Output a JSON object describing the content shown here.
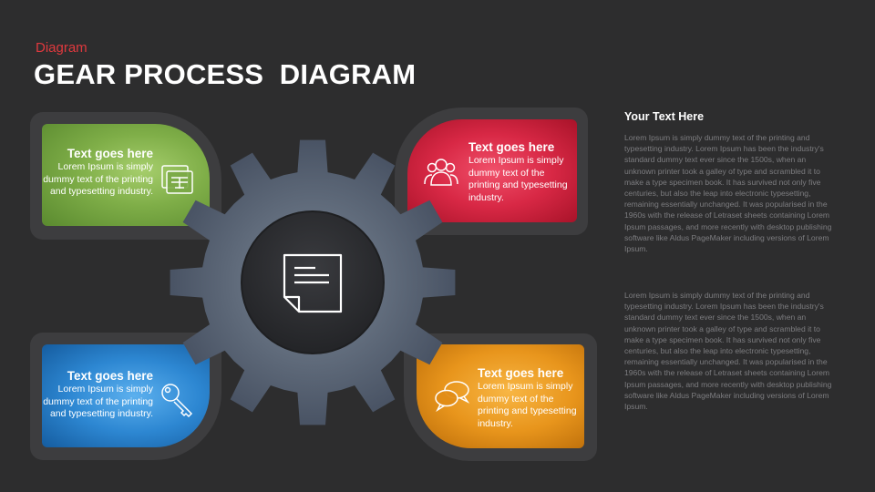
{
  "header": {
    "subtitle": "Diagram",
    "title": "GEAR PROCESS  DIAGRAM"
  },
  "gear": {
    "color": "#5a6677",
    "inner_color": "#2f3033",
    "center_icon": "note-document-icon"
  },
  "cards": {
    "green": {
      "title": "Text goes here",
      "body": "Lorem Ipsum is simply dummy text of the printing and typesetting industry.",
      "icon": "checklist-board-icon",
      "color": "#6a9a3e"
    },
    "red": {
      "title": "Text goes here",
      "body": "Lorem Ipsum is simply dummy text of the printing and typesetting industry.",
      "icon": "users-group-icon",
      "color": "#c8203a"
    },
    "blue": {
      "title": "Text goes here",
      "body": "Lorem Ipsum is simply dummy text of the printing and typesetting industry.",
      "icon": "key-icon",
      "color": "#1f78c6"
    },
    "orange": {
      "title": "Text goes here",
      "body": "Lorem Ipsum is simply dummy text of the printing and typesetting industry.",
      "icon": "chat-bubbles-icon",
      "color": "#e08a12"
    }
  },
  "sidebar": {
    "heading": "Your  Text Here",
    "paragraph1": "Lorem Ipsum is simply dummy text of the printing and typesetting industry. Lorem Ipsum has been the industry's standard dummy text ever since the 1500s, when an unknown printer took a galley of type and scrambled it to make a type specimen book. It has survived not only five centuries, but also the leap into electronic typesetting, remaining essentially unchanged. It was popularised in the 1960s with the release of Letraset sheets containing Lorem Ipsum passages, and more recently with desktop publishing software like Aldus PageMaker including versions of Lorem Ipsum.",
    "paragraph2": "Lorem Ipsum is simply dummy text of the printing and typesetting industry. Lorem Ipsum has been the industry's standard dummy text ever since the 1500s, when an unknown printer took a galley of type and scrambled it to make a type specimen book. It has survived not only five centuries, but also the leap into electronic typesetting, remaining essentially unchanged. It was popularised in the 1960s with the release of Letraset sheets containing Lorem Ipsum passages, and more recently with desktop publishing software like Aldus PageMaker including versions of Lorem Ipsum."
  }
}
